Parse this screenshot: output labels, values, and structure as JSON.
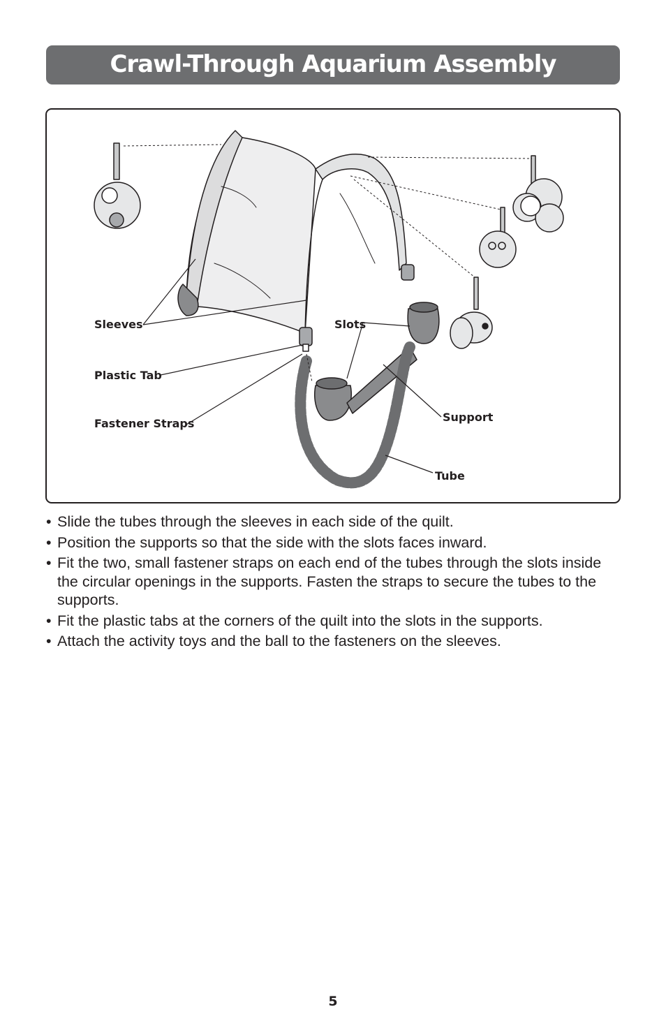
{
  "header": {
    "title": "Crawl-Through Aquarium Assembly"
  },
  "figure": {
    "callouts": {
      "sleeves": "Sleeves",
      "slots": "Slots",
      "plastic_tab": "Plastic Tab",
      "fastener_straps": "Fastener Straps",
      "support": "Support",
      "tube": "Tube"
    }
  },
  "instructions": [
    "Slide the tubes through the sleeves in each side of the quilt.",
    "Position the supports so that the side with the slots faces inward.",
    "Fit the two, small fastener straps on each end of the tubes through the slots inside the circular openings in the supports. Fasten the straps to secure the tubes to the supports.",
    "Fit the plastic tabs at the corners of the quilt into the slots in the supports.",
    "Attach the activity toys and the ball to the fasteners on the sleeves."
  ],
  "bullet_glyph": "•",
  "page_number": "5",
  "colors": {
    "title_bar": "#6d6e70",
    "title_text": "#ffffff",
    "quilt": "#eeeeef",
    "support": "#8a8b8d",
    "tube": "#d6d7d8",
    "ink": "#231f20"
  }
}
